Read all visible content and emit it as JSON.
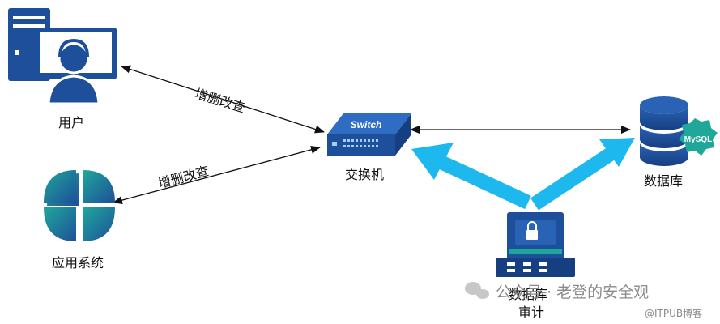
{
  "nodes": {
    "user": {
      "label": "用户",
      "icon": "user-computer-icon"
    },
    "app_system": {
      "label": "应用系统",
      "icon": "app-system-icon"
    },
    "switch": {
      "label": "交换机",
      "icon": "network-switch-icon",
      "device_text": "Switch"
    },
    "database": {
      "label": "数据库",
      "icon": "mysql-database-icon",
      "badge": "MySQL"
    },
    "db_audit": {
      "label_line1": "数据库",
      "label_line2": "审计",
      "icon": "database-audit-icon"
    }
  },
  "edges": {
    "user_switch": {
      "label": "增删改查"
    },
    "app_switch": {
      "label": "增删改查"
    }
  },
  "watermark": {
    "account": "公众号 · 老登的安全观",
    "blog": "@ITPUB博客"
  },
  "colors": {
    "icon_blue": "#1d4f9a",
    "icon_teal": "#1fa89a",
    "arrow_cyan": "#1db8ee",
    "line": "#111111"
  }
}
